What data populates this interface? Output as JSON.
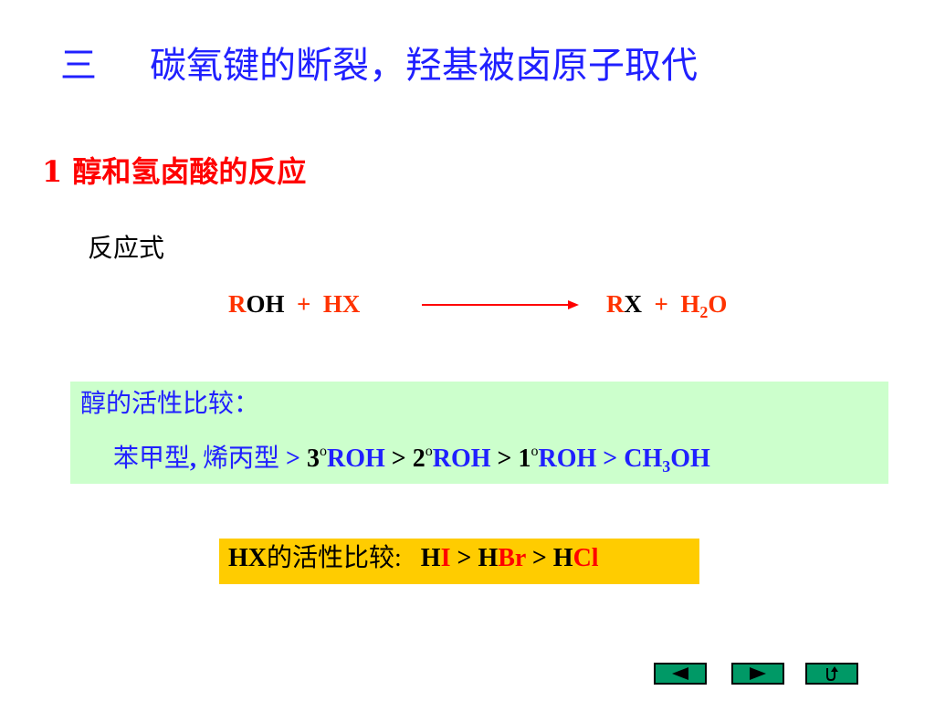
{
  "slide": {
    "title_num": "三",
    "title_text": "碳氧键的断裂，羟基被卤原子取代",
    "subtitle": "1 醇和氢卤酸的反应",
    "equation_label": "反应式",
    "equation": {
      "lhs_r": "R",
      "lhs_oh": "OH",
      "plus1": "+",
      "lhs_hx": "HX",
      "rhs_r": "R",
      "rhs_x": "X",
      "plus2": "+",
      "rhs_h": "H",
      "rhs_sub": "2",
      "rhs_o": "O"
    },
    "alcohol_box": {
      "title": "醇的活性比较：",
      "prefix": "苯甲型",
      "comma": ",",
      "allyl": " 烯丙型",
      "gt": " > ",
      "n3": "3",
      "n2": "2",
      "n1": "1",
      "deg": "o",
      "roh": "ROH",
      "ch": "CH",
      "ch_sub": "3",
      "oh": "OH"
    },
    "hx_box": {
      "label_hx": "HX",
      "label_zh": "的活性比较:",
      "h": "H",
      "i": "I",
      "gt": " > ",
      "br": "Br",
      "cl": "Cl"
    },
    "nav": {
      "prev_icon": "triangle-left-icon",
      "next_icon": "triangle-right-icon",
      "return_icon": "return-arrow-icon",
      "button_color": "#009966"
    }
  }
}
